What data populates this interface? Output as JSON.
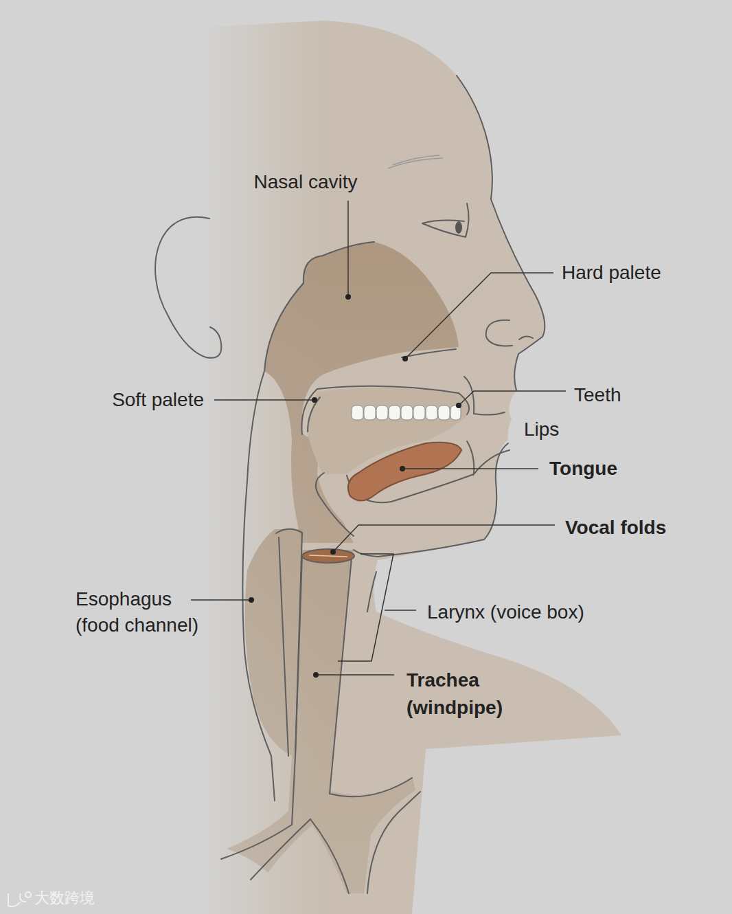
{
  "diagram": {
    "labels": [
      "Nasal cavity",
      "Hard palete",
      "Soft palete",
      "Teeth",
      "Lips",
      "Tongue",
      "Vocal folds",
      "Esophagus (food channel)",
      "Larynx (voice box)",
      "Trachea (windpipe)",
      "大数跨境"
    ]
  }
}
